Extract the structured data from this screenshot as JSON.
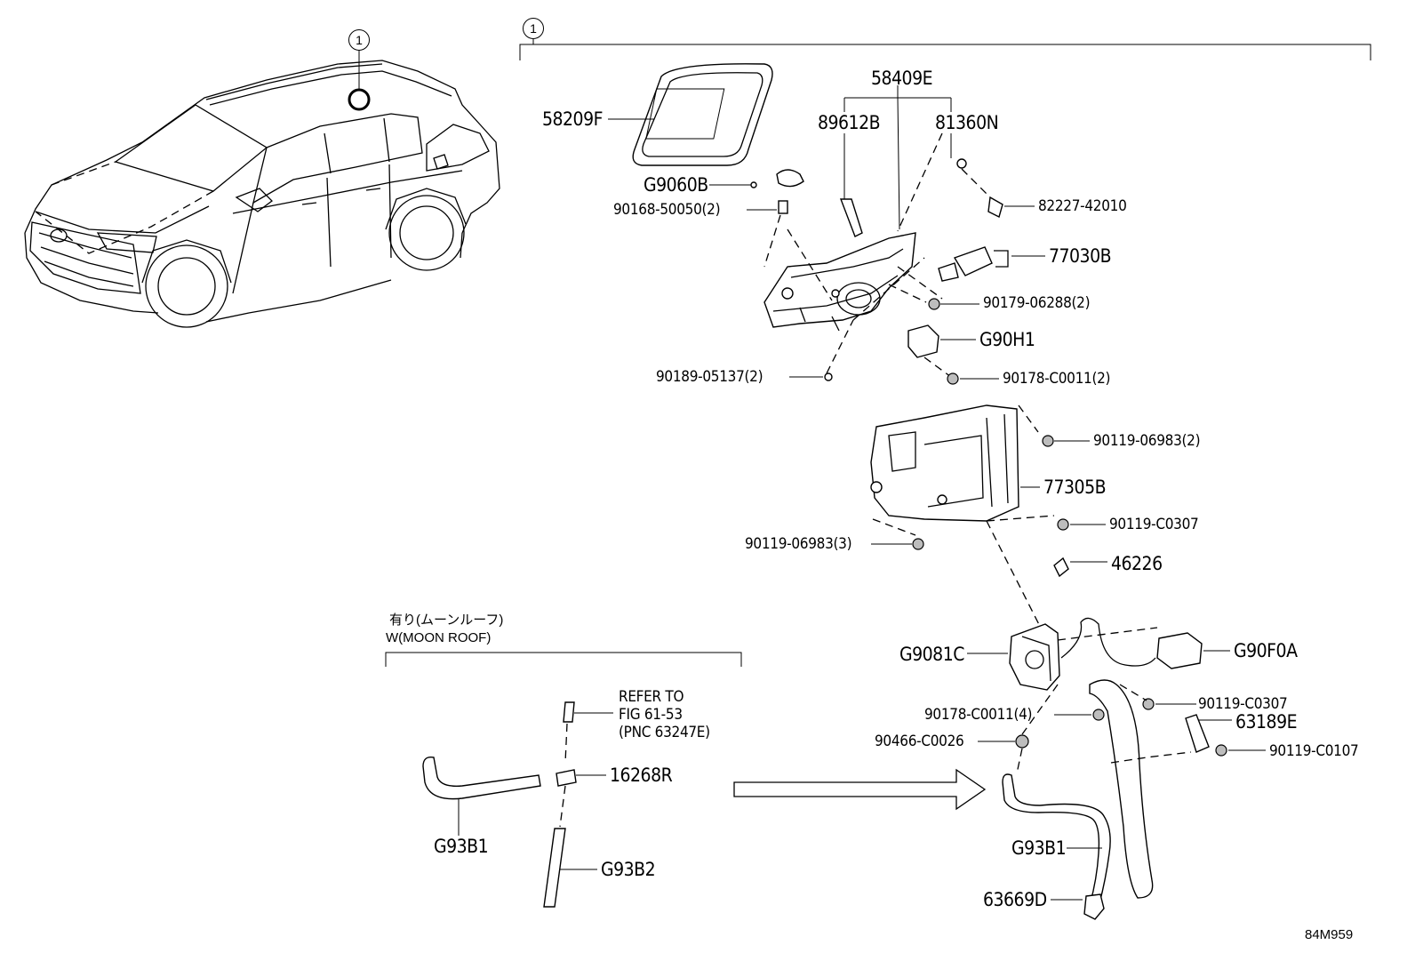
{
  "callouts": {
    "car_ref": "1",
    "group_ref": "1"
  },
  "labels": {
    "p58409E": "58409E",
    "p58209F": "58209F",
    "p89612B": "89612B",
    "p81360N": "81360N",
    "pG9060B": "G9060B",
    "p82227": "82227-42010",
    "p90168": "90168-50050(2)",
    "p77030B": "77030B",
    "p90179": "90179-06288(2)",
    "pG90H1": "G90H1",
    "p90189": "90189-05137(2)",
    "p90178a": "90178-C0011(2)",
    "p90119a": "90119-06983(2)",
    "p77305B": "77305B",
    "p90119b": "90119-C0307",
    "p90119c": "90119-06983(3)",
    "p46226": "46226",
    "pG9081C": "G9081C",
    "pG90F0A": "G90F0A",
    "p90119d": "90119-C0307",
    "p90178b": "90178-C0011(4)",
    "p63189E": "63189E",
    "p90466": "90466-C0026",
    "p90119e": "90119-C0107",
    "pG93B1r": "G93B1",
    "p63669D": "63669D",
    "p16268R": "16268R",
    "pG93B1l": "G93B1",
    "pG93B2": "G93B2"
  },
  "moonroof": {
    "jp": "有り(ムーンルーフ)",
    "en": "W(MOON ROOF)"
  },
  "refer": {
    "line1": "REFER TO",
    "line2": "FIG 61-53",
    "line3": "(PNC 63247E)"
  },
  "figure_code": "84M959"
}
